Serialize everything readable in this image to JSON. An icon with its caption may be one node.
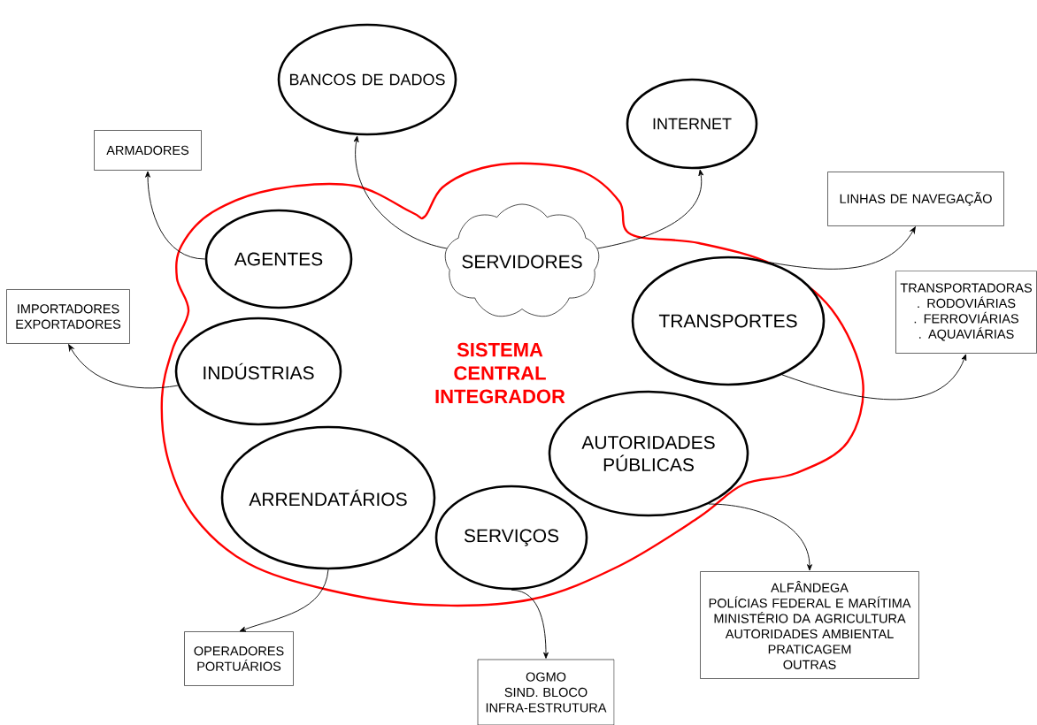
{
  "diagram": {
    "nodes": [
      {
        "text": [
          "BANCOS DE DADOS"
        ]
      },
      {
        "text": [
          "INTERNET"
        ]
      },
      {
        "text": [
          "ARMADORES"
        ]
      },
      {
        "text": [
          "LINHAS DE NAVEGAÇÃO"
        ]
      },
      {
        "text": [
          "SISTEMA CENTRAL INTEGRADOR"
        ]
      },
      {
        "text": [
          "SERVIDORES"
        ],
        "in": 4
      },
      {
        "text": [
          "AGENTES"
        ],
        "in": 4
      },
      {
        "text": [
          "IMPORTADORES",
          "EXPORTADORES"
        ]
      },
      {
        "text": [
          "TRANSPORTADORAS",
          ". RODOVIÁRIAS",
          ". FERROVIÁRIAS",
          ". AQUAVIÁRIAS"
        ]
      },
      {
        "text": [
          "INDÚSTRIAS"
        ],
        "in": 4
      },
      {
        "text": [
          "TRANSPORTES"
        ],
        "in": 4
      },
      {
        "text": [
          "AUTORIDADES PÚBLICAS"
        ],
        "in": 4
      },
      {
        "text": [
          "ARRENDATÁRIOS"
        ],
        "in": 4
      },
      {
        "text": [
          "SERVIÇOS"
        ],
        "in": 4
      },
      {
        "text": [
          "ALFÂNDEGA",
          "POLÍCIAS FEDERAL E MARÍTIMA",
          "MINISTÉRIO DA AGRICULTURA",
          "AUTORIDADES AMBIENTAL",
          "PRATICAGEM",
          "OUTRAS"
        ]
      },
      {
        "text": [
          "OPERADORES PORTUÁRIOS"
        ]
      },
      {
        "text": [
          "OGMO",
          "SIND. BLOCO",
          "INFRA-ESTRUTURA"
        ]
      }
    ],
    "edges": [
      {
        "from": 5,
        "to": 0,
        "arrow": "to"
      },
      {
        "from": 5,
        "to": 1,
        "arrow": "to"
      },
      {
        "from": 6,
        "to": 2,
        "arrow": "to"
      },
      {
        "from": 9,
        "to": 7,
        "arrow": "to"
      },
      {
        "from": 10,
        "to": 3,
        "arrow": "to"
      },
      {
        "from": 10,
        "to": 8,
        "arrow": "to"
      },
      {
        "from": 11,
        "to": 14,
        "arrow": "to"
      },
      {
        "from": 12,
        "to": 15,
        "arrow": "to"
      },
      {
        "from": 13,
        "to": 16,
        "arrow": "to"
      }
    ]
  }
}
